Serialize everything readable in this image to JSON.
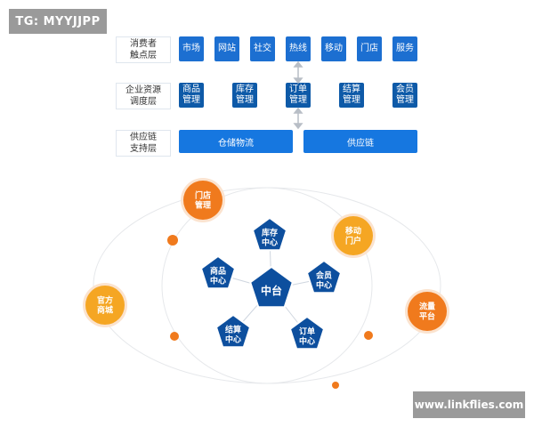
{
  "watermarks": {
    "top_left": "TG: MYYJJPP",
    "bottom_right": "www.linkflies.com"
  },
  "layers": [
    {
      "label_lines": [
        "消费者",
        "触点层"
      ],
      "items": [
        "市场",
        "网站",
        "社交",
        "热线",
        "移动",
        "门店",
        "服务"
      ]
    },
    {
      "label_lines": [
        "企业资源",
        "调度层"
      ],
      "items": [
        [
          "商品",
          "管理"
        ],
        [
          "库存",
          "管理"
        ],
        [
          "订单",
          "管理"
        ],
        [
          "结算",
          "管理"
        ],
        [
          "会员",
          "管理"
        ]
      ]
    },
    {
      "label_lines": [
        "供应链",
        "支持层"
      ],
      "items": [
        "仓储物流",
        "供应链"
      ]
    }
  ],
  "hub": {
    "center": "中台",
    "inner": [
      [
        "库存",
        "中心"
      ],
      [
        "会员",
        "中心"
      ],
      [
        "订单",
        "中心"
      ],
      [
        "结算",
        "中心"
      ],
      [
        "商品",
        "中心"
      ]
    ],
    "outer": [
      [
        "门店",
        "管理"
      ],
      [
        "移动",
        "门户"
      ],
      [
        "流量",
        "平台"
      ],
      [
        "官方",
        "商城"
      ]
    ]
  },
  "colors": {
    "primary": "#1c6fd1",
    "dark_blue": "#0e5aa8",
    "pentagon": "#0d4f9e",
    "orange": "#f07a1d",
    "amber": "#f5a623",
    "watermark": "#9a9a9a"
  }
}
